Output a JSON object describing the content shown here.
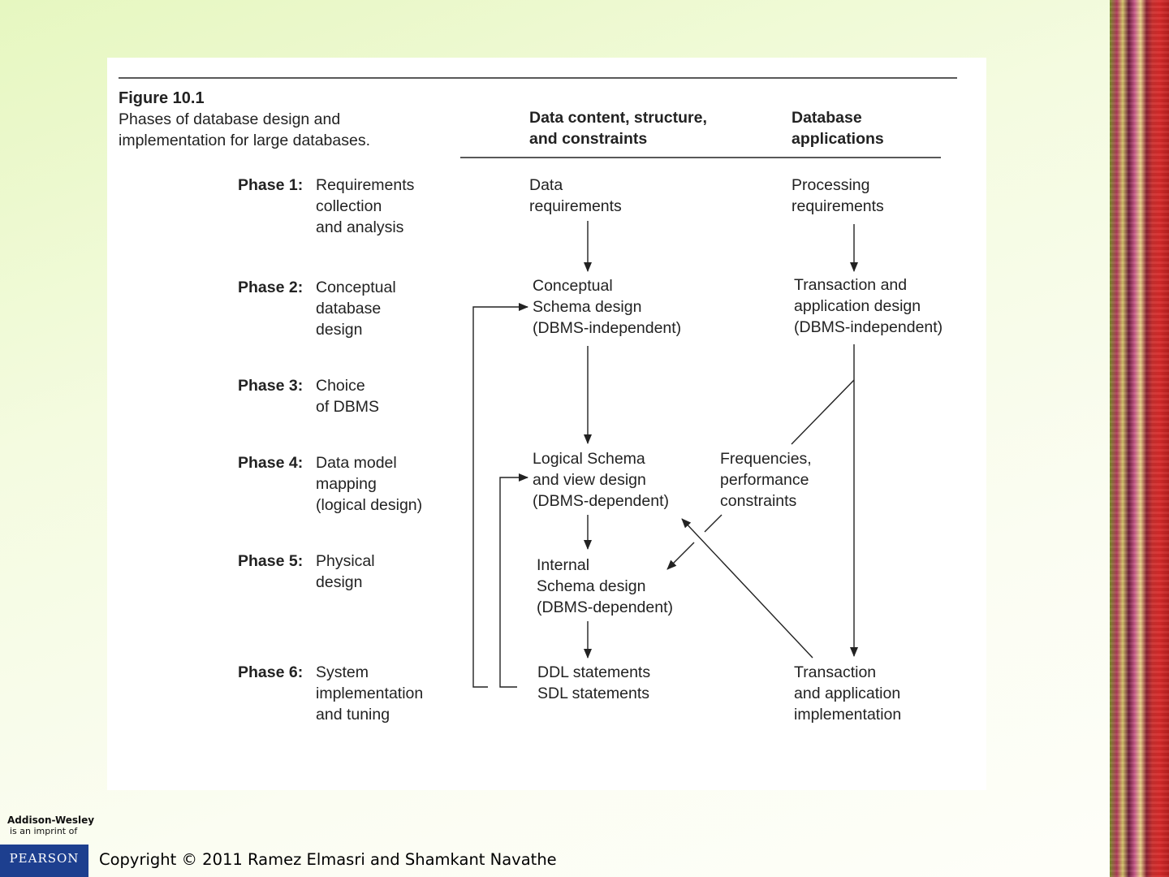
{
  "figure": {
    "title": "Figure 10.1",
    "caption": "Phases of database design and\nimplementation for large databases."
  },
  "columns": {
    "data_content": "Data content, structure,\nand constraints",
    "db_applications": "Database\napplications"
  },
  "phases": [
    {
      "label": "Phase 1:",
      "desc": "Requirements\ncollection\nand analysis"
    },
    {
      "label": "Phase 2:",
      "desc": "Conceptual\ndatabase\ndesign"
    },
    {
      "label": "Phase 3:",
      "desc": "Choice\nof DBMS"
    },
    {
      "label": "Phase 4:",
      "desc": "Data model\nmapping\n(logical design)"
    },
    {
      "label": "Phase 5:",
      "desc": "Physical\ndesign"
    },
    {
      "label": "Phase 6:",
      "desc": "System\nimplementation\nand tuning"
    }
  ],
  "nodes": {
    "data_requirements": "Data\nrequirements",
    "processing_requirements": "Processing\nrequirements",
    "conceptual_schema": "Conceptual\nSchema design\n(DBMS-independent)",
    "transaction_design": "Transaction and\napplication design\n(DBMS-independent)",
    "logical_schema": "Logical Schema\nand view design\n(DBMS-dependent)",
    "frequencies": "Frequencies,\nperformance\nconstraints",
    "internal_schema": "Internal\nSchema design\n(DBMS-dependent)",
    "ddl_sdl": "DDL statements\nSDL statements",
    "transaction_impl": "Transaction\nand application\nimplementation"
  },
  "footer": {
    "copyright": "Copyright © 2011 Ramez Elmasri and Shamkant Navathe",
    "publisher": "Addison-Wesley",
    "imprint": "is an imprint of",
    "logo": "PEARSON"
  }
}
